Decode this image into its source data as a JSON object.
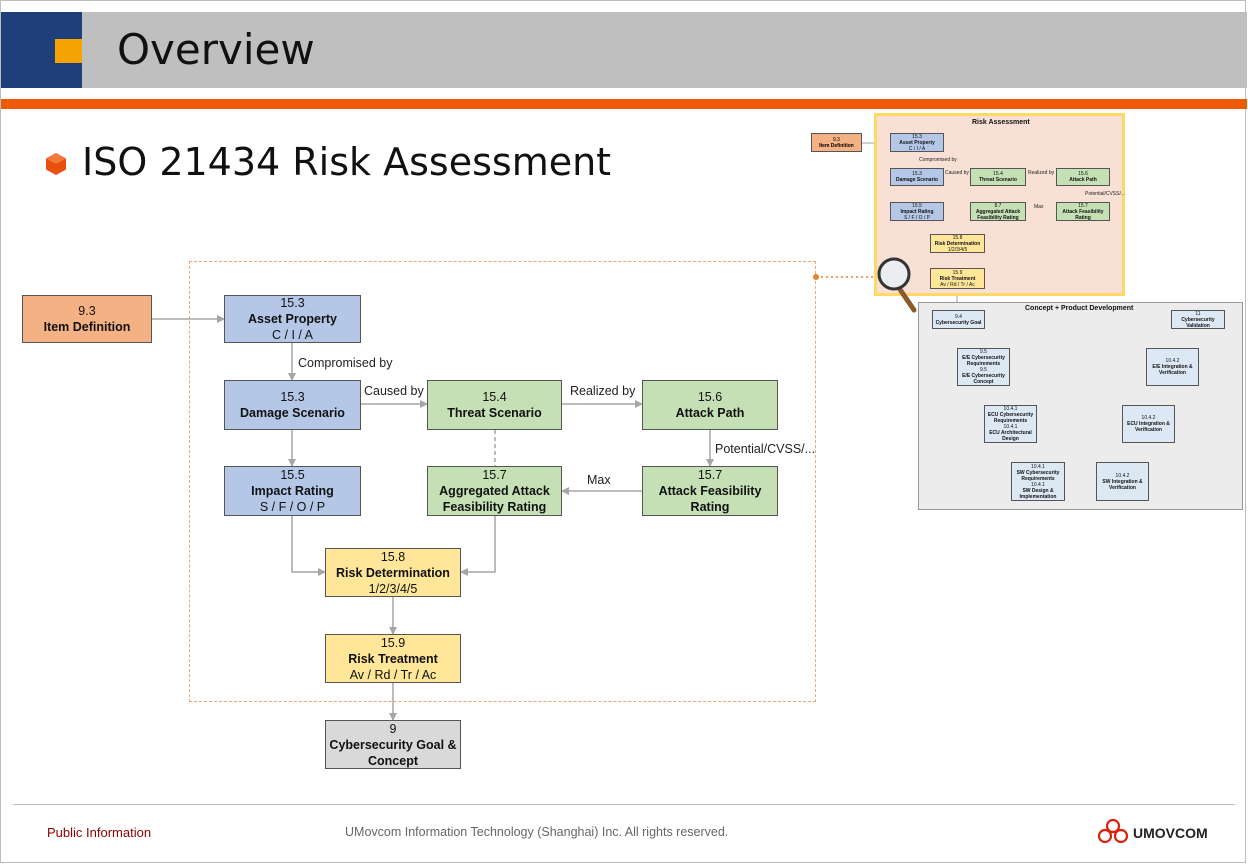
{
  "header": {
    "title": "Overview"
  },
  "subtitle": "ISO 21434 Risk Assessment",
  "nodes": {
    "item_definition": {
      "num": "9.3",
      "name": "Item Definition",
      "sub": ""
    },
    "asset_property": {
      "num": "15.3",
      "name": "Asset Property",
      "sub": "C / I / A"
    },
    "damage_scenario": {
      "num": "15.3",
      "name": "Damage Scenario",
      "sub": ""
    },
    "threat_scenario": {
      "num": "15.4",
      "name": "Threat Scenario",
      "sub": ""
    },
    "attack_path": {
      "num": "15.6",
      "name": "Attack Path",
      "sub": ""
    },
    "impact_rating": {
      "num": "15.5",
      "name": "Impact Rating",
      "sub": "S / F / O / P"
    },
    "aggregated_attack": {
      "num": "15.7",
      "name": "Aggregated Attack Feasibility Rating",
      "sub": ""
    },
    "attack_feasibility": {
      "num": "15.7",
      "name": "Attack Feasibility Rating",
      "sub": ""
    },
    "risk_determination": {
      "num": "15.8",
      "name": "Risk Determination",
      "sub": "1/2/3/4/5"
    },
    "risk_treatment": {
      "num": "15.9",
      "name": "Risk Treatment",
      "sub": "Av / Rd / Tr / Ac"
    },
    "cyber_goal": {
      "num": "9",
      "name": "Cybersecurity Goal & Concept",
      "sub": ""
    }
  },
  "edge_labels": {
    "compromised_by": "Compromised by",
    "caused_by": "Caused by",
    "realized_by": "Realized by",
    "potential": "Potential/CVSS/...",
    "max": "Max"
  },
  "mini_risk": {
    "title": "Risk Assessment",
    "item_definition": {
      "num": "9.3",
      "name": "Item Definition"
    },
    "asset_property": {
      "num": "15.3",
      "name": "Asset Property",
      "sub": "C / I / A"
    },
    "damage_scenario": {
      "num": "15.3",
      "name": "Damage Scenario"
    },
    "threat_scenario": {
      "num": "15.4",
      "name": "Threat Scenario"
    },
    "attack_path": {
      "num": "15.6",
      "name": "Attack Path"
    },
    "impact_rating": {
      "num": "15.5",
      "name": "Impact Rating",
      "sub": "S / F / O / P"
    },
    "aggregated_attack": {
      "num": "8.7",
      "name": "Aggregated Attack Feasibility Rating"
    },
    "attack_feasibility": {
      "num": "15.7",
      "name": "Attack Feasibility Rating"
    },
    "risk_determination": {
      "num": "15.8",
      "name": "Risk Determination",
      "sub": "1/2/3/4/5"
    },
    "risk_treatment": {
      "num": "15.9",
      "name": "Risk Treatment",
      "sub": "Av / Rd / Tr / Ac"
    },
    "labels": {
      "compromised_by": "Compromised by",
      "caused_by": "Caused by",
      "realized_by": "Realized by",
      "potential": "Potential/CVSS/...",
      "max": "Max"
    }
  },
  "mini_concept": {
    "title": "Concept + Product Development",
    "cyber_goal": {
      "num": "9.4",
      "name": "Cybersecurity Goal"
    },
    "cyber_validation": {
      "num": "11",
      "name": "Cybersecurity Validation"
    },
    "ee_req": {
      "num": "9.5",
      "name": "E/E Cybersecurity Requirements",
      "num2": "9.5",
      "name2": "E/E Cybersecurity Concept"
    },
    "ee_integration": {
      "num": "10.4.2",
      "name": "E/E Integration & Verification"
    },
    "ecu_req": {
      "num": "10.4.1",
      "name": "ECU Cybersecurity Requirements",
      "num2": "10.4.1",
      "name2": "ECU Architectural Design"
    },
    "ecu_integration": {
      "num": "10.4.2",
      "name": "ECU Integration & Verification"
    },
    "sw_req": {
      "num": "10.4.1",
      "name": "SW Cybersecurity Requirements",
      "num2": "10.4.1",
      "name2": "SW Design & Implementation"
    },
    "sw_integration": {
      "num": "10.4.2",
      "name": "SW Integration & Verification"
    }
  },
  "footer": {
    "left": "Public Information",
    "center": "UMovcom Information Technology (Shanghai) Inc. All rights reserved.",
    "logo": "UMOVCOM"
  },
  "colors": {
    "header_blue": "#1f3f7a",
    "header_accent": "#f5a300",
    "header_bar": "#ef5a00",
    "node_orange": "#f4b183",
    "node_blue": "#b4c7e7",
    "node_green": "#c5e0b4",
    "node_yellow": "#ffe699",
    "node_gray": "#d9d9d9",
    "footer_left": "#8b0000"
  }
}
